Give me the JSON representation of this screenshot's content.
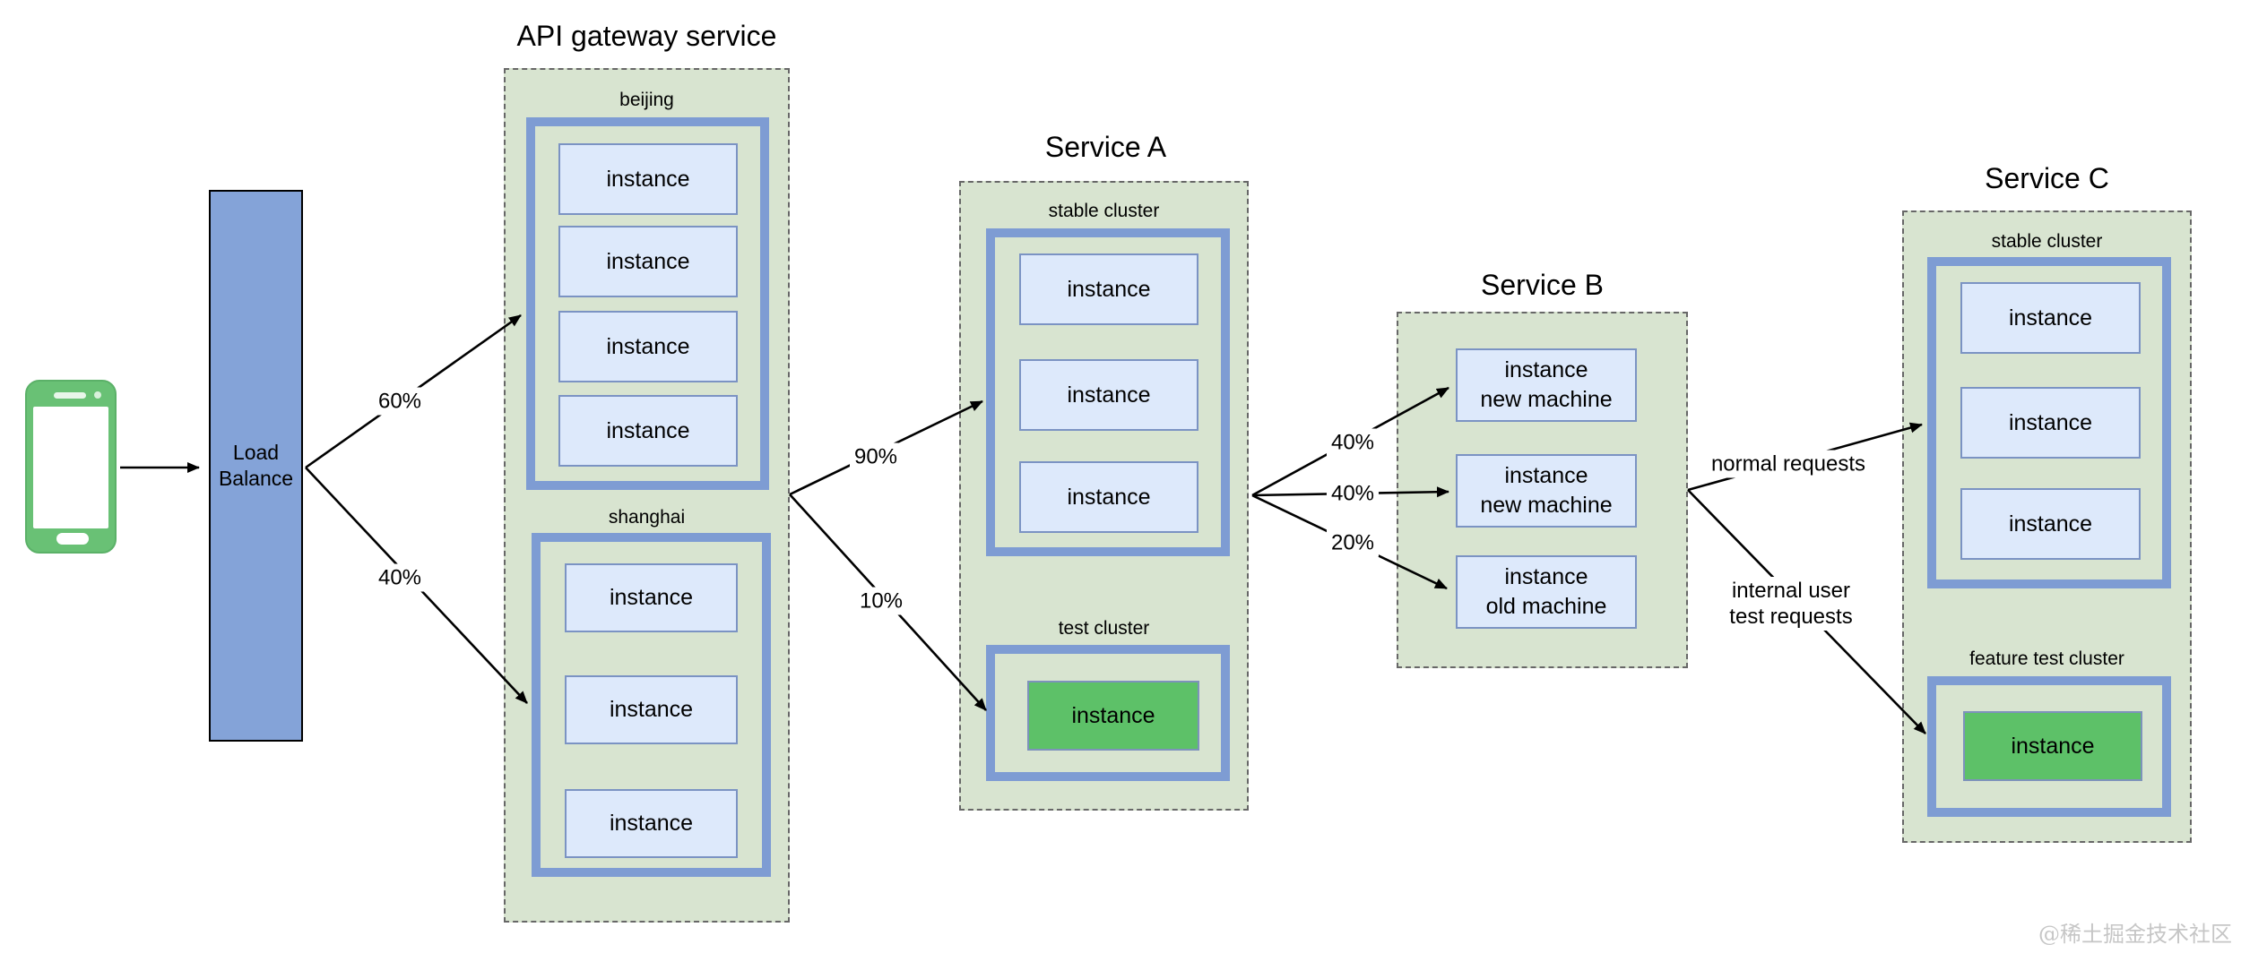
{
  "colors": {
    "panel_green": "#d8e4d0",
    "panel_dash_border": "#676767",
    "cluster_border_blue": "#7e9cd3",
    "instance_fill": "#dde9fb",
    "instance_border": "#7b93c3",
    "test_instance_green": "#5dc168",
    "load_balancer_fill": "#84a3d8",
    "phone_green": "#69c175",
    "arrow_black": "#000000"
  },
  "client": {
    "icon": "smartphone-icon"
  },
  "load_balancer": {
    "label": "Load Balance"
  },
  "api_gateway": {
    "title": "API gateway service",
    "beijing": {
      "label": "beijing",
      "instances": [
        "instance",
        "instance",
        "instance",
        "instance"
      ]
    },
    "shanghai": {
      "label": "shanghai",
      "instances": [
        "instance",
        "instance",
        "instance"
      ]
    }
  },
  "service_a": {
    "title": "Service A",
    "stable": {
      "label": "stable cluster",
      "instances": [
        "instance",
        "instance",
        "instance"
      ]
    },
    "test": {
      "label": "test cluster",
      "instance": "instance"
    }
  },
  "service_b": {
    "title": "Service B",
    "instances": [
      {
        "line1": "instance",
        "line2": "new machine"
      },
      {
        "line1": "instance",
        "line2": "new machine"
      },
      {
        "line1": "instance",
        "line2": "old machine"
      }
    ]
  },
  "service_c": {
    "title": "Service C",
    "stable": {
      "label": "stable cluster",
      "instances": [
        "instance",
        "instance",
        "instance"
      ]
    },
    "feature": {
      "label": "feature test cluster",
      "instance": "instance"
    }
  },
  "edges": {
    "lb_to_beijing": "60%",
    "lb_to_shanghai": "40%",
    "gw_to_stable": "90%",
    "gw_to_test": "10%",
    "a_to_b_new1": "40%",
    "a_to_b_new2": "40%",
    "a_to_b_old": "20%",
    "b_to_c_normal": "normal requests",
    "b_to_c_internal_line1": "internal user",
    "b_to_c_internal_line2": "test requests"
  },
  "watermark": "@稀土掘金技术社区"
}
